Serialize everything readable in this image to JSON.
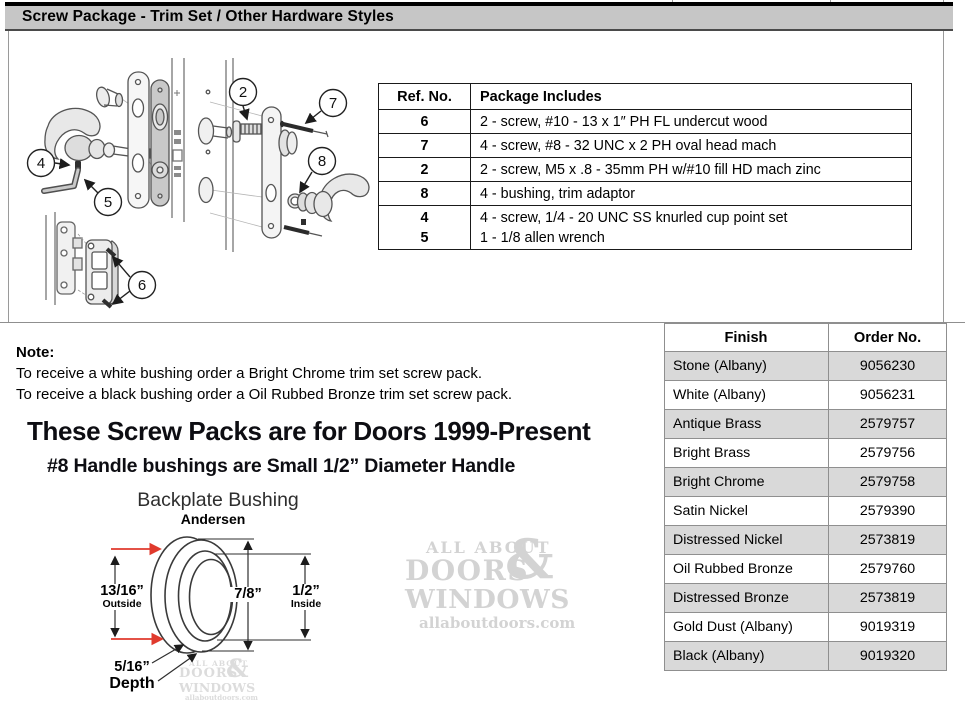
{
  "header": {
    "title": "Screw Package - Trim Set / Other Hardware Styles"
  },
  "ref_table": {
    "col1": "Ref. No.",
    "col2": "Package Includes",
    "rows": [
      {
        "ref": "6",
        "desc": "2 - screw, #10 - 13 x 1″ PH FL undercut wood"
      },
      {
        "ref": "7",
        "desc": "4 - screw, #8 - 32 UNC x 2 PH oval head mach"
      },
      {
        "ref": "2",
        "desc": "2 - screw, M5 x .8 - 35mm PH w/#10 fill HD mach zinc"
      },
      {
        "ref": "8",
        "desc": "4 - bushing, trim adaptor"
      }
    ],
    "last_row": {
      "ref_a": "4",
      "ref_b": "5",
      "desc_a": "4 - screw, 1/4 - 20 UNC SS knurled cup point set",
      "desc_b": "1 - 1/8 allen wrench"
    }
  },
  "callouts": {
    "c2": "2",
    "c7": "7",
    "c4": "4",
    "c5": "5",
    "c8": "8",
    "c6": "6"
  },
  "note": {
    "label": "Note:",
    "line1": "To receive a white bushing order a Bright Chrome trim set screw pack.",
    "line2": "To receive a black bushing order a Oil Rubbed Bronze trim set screw pack."
  },
  "headline": "These Screw Packs are for Doors 1999-Present",
  "subheadline": "#8 Handle bushings are Small 1/2” Diameter Handle",
  "bushing": {
    "title": "Backplate Bushing",
    "brand": "Andersen",
    "outside_value": "13/16”",
    "outside_label": "Outside",
    "middle_value": "7/8”",
    "inside_value": "1/2”",
    "inside_label": "Inside",
    "depth_value": "5/16”",
    "depth_label": "Depth"
  },
  "finish_table": {
    "col1": "Finish",
    "col2": "Order No.",
    "rows": [
      [
        "Stone (Albany)",
        "9056230"
      ],
      [
        "White (Albany)",
        "9056231"
      ],
      [
        "Antique Brass",
        "2579757"
      ],
      [
        "Bright Brass",
        "2579756"
      ],
      [
        "Bright Chrome",
        "2579758"
      ],
      [
        "Satin Nickel",
        "2579390"
      ],
      [
        "Distressed Nickel",
        "2573819"
      ],
      [
        "Oil Rubbed Bronze",
        "2579760"
      ],
      [
        "Distressed Bronze",
        "2573819"
      ],
      [
        "Gold Dust (Albany)",
        "9019319"
      ],
      [
        "Black (Albany)",
        "9019320"
      ]
    ]
  },
  "watermark": {
    "line1": "ALL ABOUT",
    "amp": "&",
    "line2": "DOORS",
    "line3": "WINDOWS",
    "url": "allaboutdoors.com"
  },
  "colors": {
    "header_bar": "#c6c6c6",
    "table_row_shade": "#d9d9d9",
    "accent_red": "#e03a2d",
    "watermark_gray": "#d3d3d3",
    "line_art": "#555555"
  }
}
